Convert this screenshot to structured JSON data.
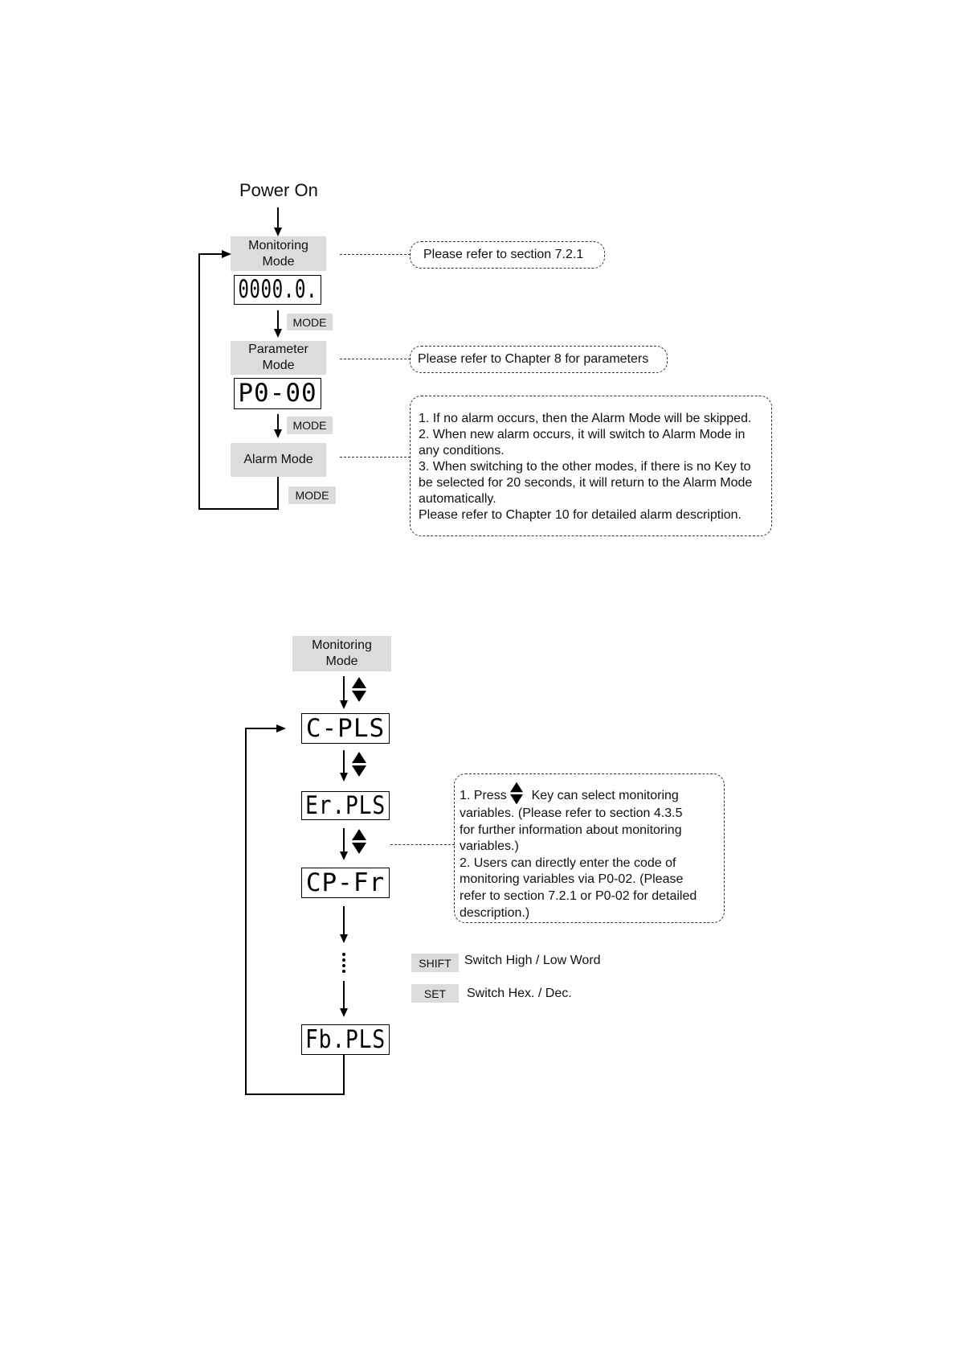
{
  "top": {
    "power_on": "Power On",
    "monitoring_mode": "Monitoring Mode",
    "parameter_mode": "Parameter Mode",
    "alarm_mode": "Alarm Mode",
    "mode_key_1": "MODE",
    "mode_key_2": "MODE",
    "mode_key_3": "MODE",
    "display_monitoring": "0000.0.",
    "display_parameter": "P0-00",
    "callout_monitoring": "Please refer to section 7.2.1",
    "callout_parameter": "Please refer to Chapter 8 for parameters",
    "callout_alarm": [
      "1. If no alarm occurs, then the Alarm Mode will be skipped.",
      "2. When new alarm occurs, it will switch to Alarm Mode in",
      "any conditions.",
      "3. When switching to the other modes, if there is no Key to",
      "be selected for 20 seconds, it will return to the Alarm Mode",
      "automatically.",
      "Please refer to Chapter 10 for detailed alarm description."
    ]
  },
  "bottom": {
    "monitoring_mode": "Monitoring Mode",
    "displays": [
      "C-PLS",
      "Er.PLS",
      "CP-Fr",
      "Fb.PLS"
    ],
    "callout_press": "1. Press",
    "callout_lines": [
      "Key can select monitoring",
      "variables. (Please refer to section 4.3.5",
      "for further information about monitoring",
      "variables.)",
      "2. Users can directly enter the code of",
      "monitoring variables via P0-02. (Please",
      "refer to section 7.2.1 or P0-02 for detailed",
      "description.)"
    ],
    "shift_key": "SHIFT",
    "shift_desc": "Switch High / Low Word",
    "set_key": "SET",
    "set_desc": "Switch Hex. / Dec."
  }
}
